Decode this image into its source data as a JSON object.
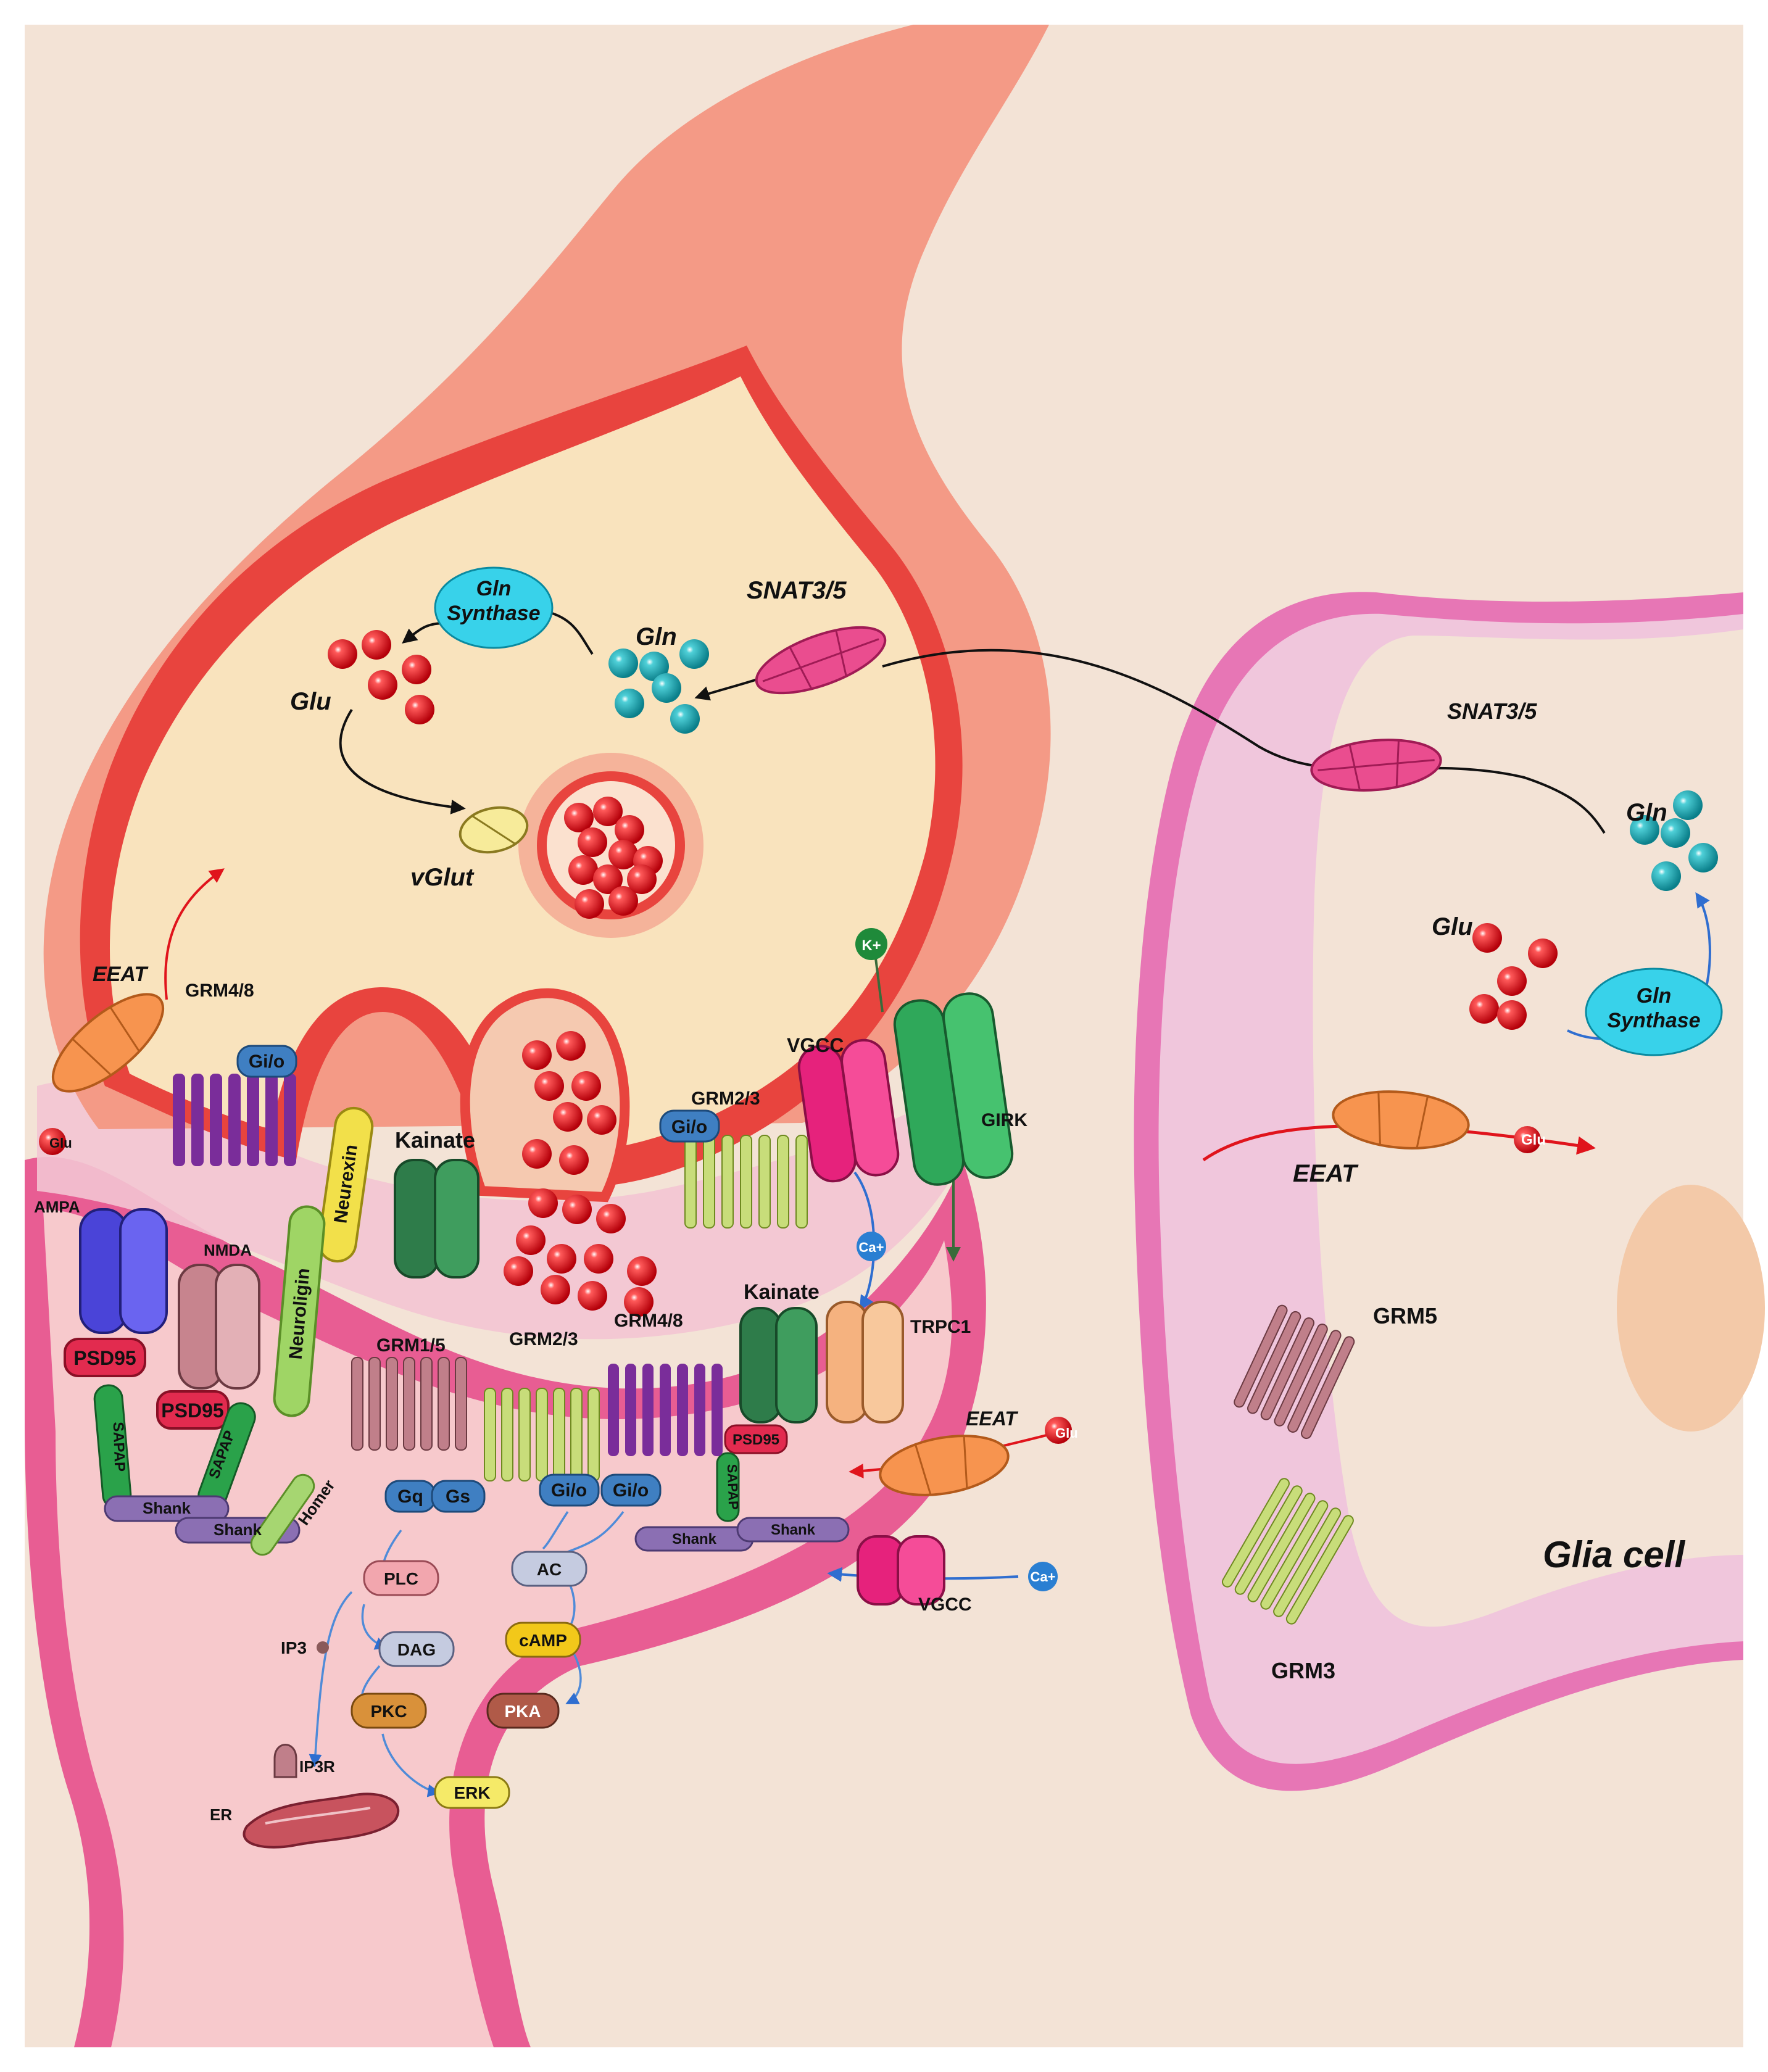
{
  "colors": {
    "background": "#f3e3d6",
    "presynaptic_membrane": "#e8443e",
    "presynaptic_fill": "#f9e3bd",
    "axon": "#f49a86",
    "postsynaptic_fill": "#f7c9cc",
    "postsynaptic_membrane": "#e04c84",
    "glia_fill": "#f0c6dc",
    "glia_membrane": "#c6558f",
    "glutamate": "#e0141c",
    "glutamine": "#1aa7b3",
    "gln_synthase": "#38d2ea",
    "ca_ion": "#2a7fd2",
    "k_ion": "#1f8a3a"
  },
  "presynaptic": {
    "gln_synthase": "Gln\nSynthase",
    "glu": "Glu",
    "gln": "Gln",
    "snat": "SNAT3/5",
    "vglut": "vGlut",
    "eeat": "EEAT",
    "glu_small": "Glu",
    "grm48": "GRM4/8",
    "gio_1": "Gi/o",
    "kainate": "Kainate",
    "neurexin": "Neurexin",
    "grm23": "GRM2/3",
    "gio_2": "Gi/o",
    "vgcc": "VGCC",
    "girk": "GIRK",
    "k_ion": "K+",
    "ca_ion": "Ca+"
  },
  "postsynaptic": {
    "ampa": "AMPA",
    "nmda": "NMDA",
    "psd95_1": "PSD95",
    "psd95_2": "PSD95",
    "psd95_3": "PSD95",
    "sapap_1": "SAPAP",
    "sapap_2": "SAPAP",
    "sapap_3": "SAPAP",
    "shank_1": "Shank",
    "shank_2": "Shank",
    "shank_3": "Shank",
    "shank_4": "Shank",
    "homer": "Homer",
    "neuroligin": "Neuroligin",
    "grm15": "GRM1/5",
    "grm23": "GRM2/3",
    "grm48": "GRM4/8",
    "kainate": "Kainate",
    "trpc1": "TRPC1",
    "eeat": "EEAT",
    "glu_eeat": "Glu",
    "vgcc": "VGCC",
    "ca_ion": "Ca+",
    "gq": "Gq",
    "gs": "Gs",
    "gio_1": "Gi/o",
    "gio_2": "Gi/o",
    "plc": "PLC",
    "dag": "DAG",
    "pkc": "PKC",
    "erk": "ERK",
    "ip3": "IP3",
    "ip3r": "IP3R",
    "er": "ER",
    "ac": "AC",
    "camp": "cAMP",
    "pka": "PKA"
  },
  "glia": {
    "title": "Glia cell",
    "snat": "SNAT3/5",
    "gln": "Gln",
    "glu": "Glu",
    "gln_synthase": "Gln\nSynthase",
    "eeat": "EEAT",
    "glu_eeat": "Glu",
    "grm5": "GRM5",
    "grm3": "GRM3"
  }
}
